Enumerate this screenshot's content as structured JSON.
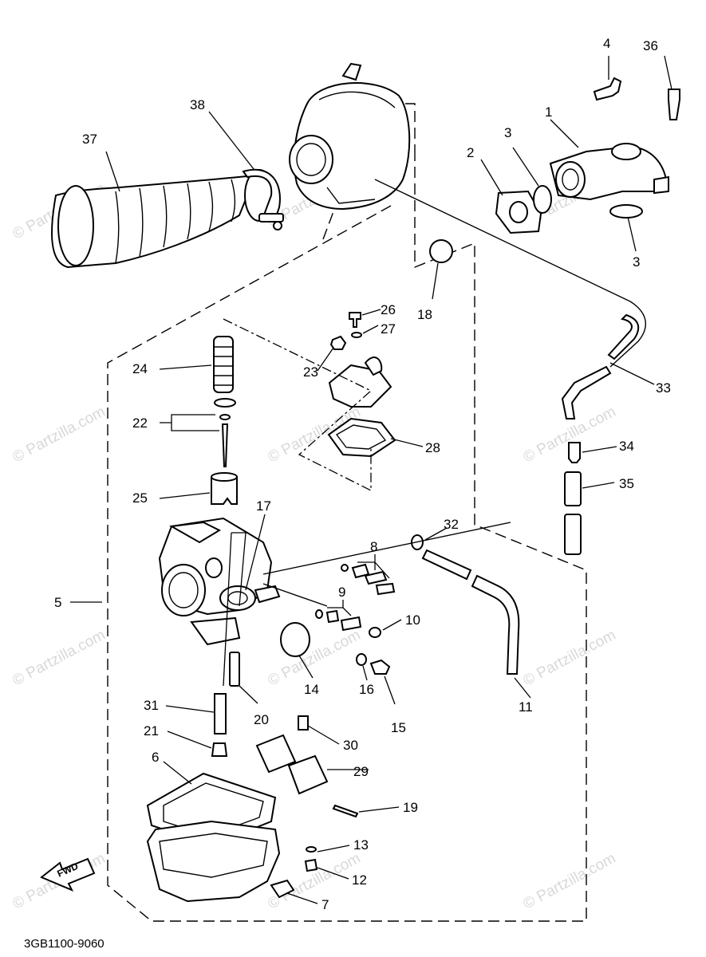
{
  "watermark": "© Partzilla.com",
  "diagram_code": "3GB1100-9060",
  "fwd_label": "FWD",
  "callouts": {
    "p1": "1",
    "p2": "2",
    "p3a": "3",
    "p3b": "3",
    "p4": "4",
    "p5": "5",
    "p6": "6",
    "p7": "7",
    "p8": "8",
    "p9": "9",
    "p10": "10",
    "p11": "11",
    "p12": "12",
    "p13": "13",
    "p14": "14",
    "p15": "15",
    "p16": "16",
    "p17": "17",
    "p18": "18",
    "p19": "19",
    "p20": "20",
    "p21": "21",
    "p22": "22",
    "p23": "23",
    "p24": "24",
    "p25": "25",
    "p26": "26",
    "p27": "27",
    "p28": "28",
    "p29": "29",
    "p30": "30",
    "p31": "31",
    "p32": "32",
    "p33": "33",
    "p34": "34",
    "p35": "35",
    "p36": "36",
    "p37": "37",
    "p38": "38"
  }
}
